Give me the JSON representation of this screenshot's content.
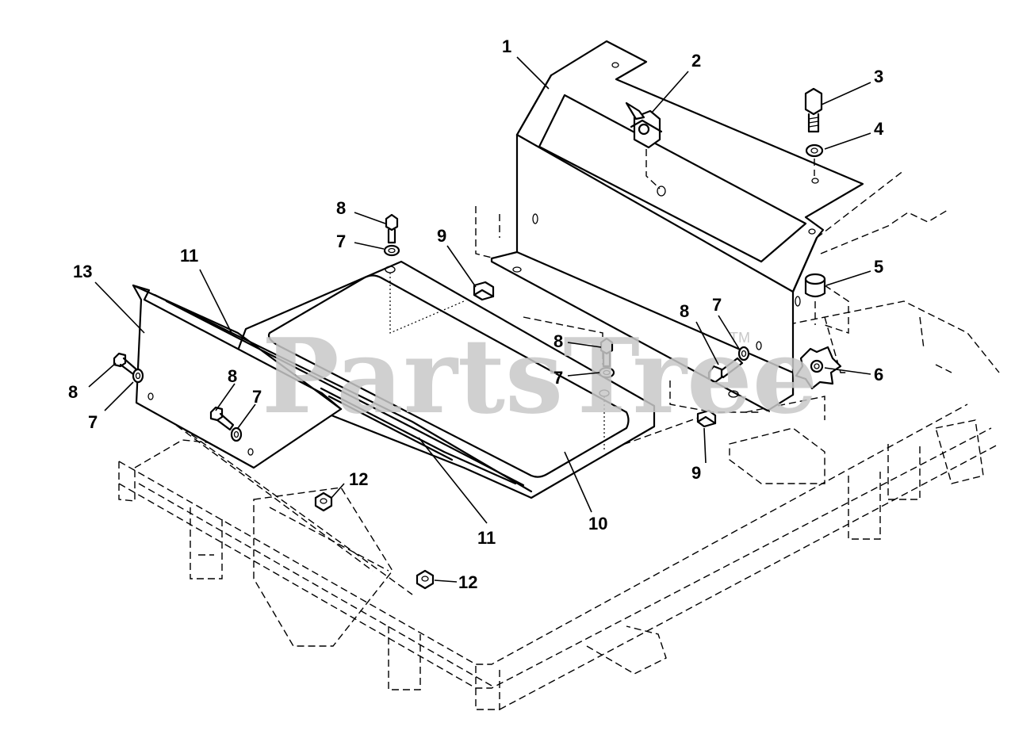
{
  "watermark": {
    "text": "PartsTree",
    "trademark": "TM"
  },
  "callouts": {
    "c1": "1",
    "c2": "2",
    "c3": "3",
    "c4": "4",
    "c5": "5",
    "c6": "6",
    "c7a": "7",
    "c7b": "7",
    "c7c": "7",
    "c7d": "7",
    "c7e": "7",
    "c8a": "8",
    "c8b": "8",
    "c8c": "8",
    "c8d": "8",
    "c8e": "8",
    "c9a": "9",
    "c9b": "9",
    "c10": "10",
    "c11a": "11",
    "c11b": "11",
    "c12a": "12",
    "c12b": "12",
    "c13": "13"
  }
}
